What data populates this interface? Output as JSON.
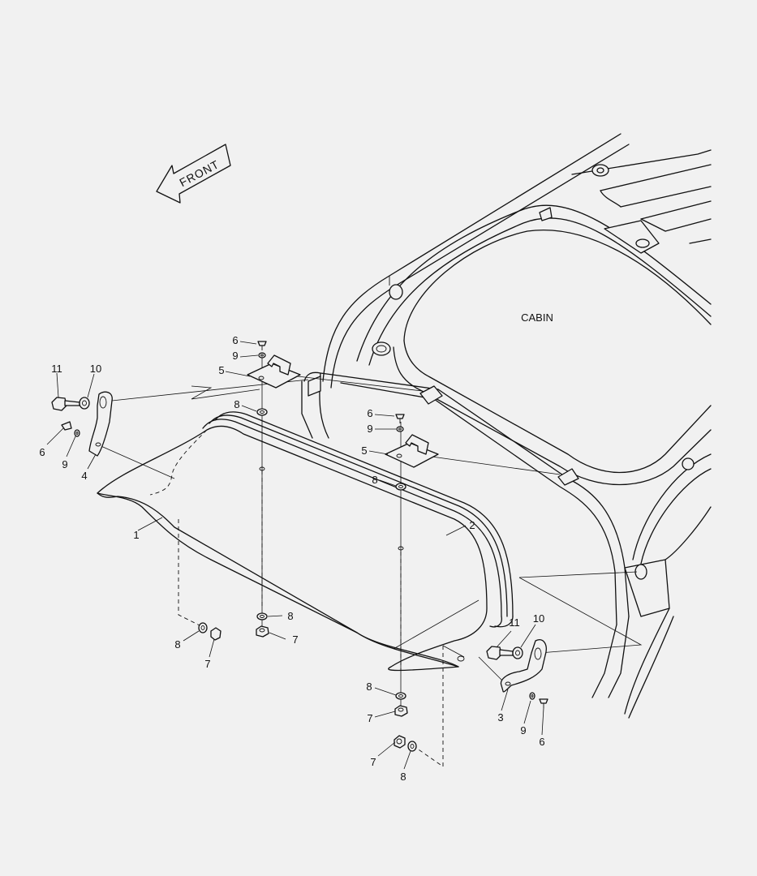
{
  "diagram": {
    "labels": {
      "front": "FRONT",
      "cabin": "CABIN"
    },
    "callouts": [
      {
        "id": "c1",
        "text": "1"
      },
      {
        "id": "c2",
        "text": "2"
      },
      {
        "id": "c3",
        "text": "3"
      },
      {
        "id": "c4",
        "text": "4"
      },
      {
        "id": "c5a",
        "text": "5"
      },
      {
        "id": "c5b",
        "text": "5"
      },
      {
        "id": "c6a",
        "text": "6"
      },
      {
        "id": "c6b",
        "text": "6"
      },
      {
        "id": "c6c",
        "text": "6"
      },
      {
        "id": "c6d",
        "text": "6"
      },
      {
        "id": "c7a",
        "text": "7"
      },
      {
        "id": "c7b",
        "text": "7"
      },
      {
        "id": "c7c",
        "text": "7"
      },
      {
        "id": "c7d",
        "text": "7"
      },
      {
        "id": "c8a",
        "text": "8"
      },
      {
        "id": "c8b",
        "text": "8"
      },
      {
        "id": "c8c",
        "text": "8"
      },
      {
        "id": "c8d",
        "text": "8"
      },
      {
        "id": "c8e",
        "text": "8"
      },
      {
        "id": "c8f",
        "text": "8"
      },
      {
        "id": "c9a",
        "text": "9"
      },
      {
        "id": "c9b",
        "text": "9"
      },
      {
        "id": "c9c",
        "text": "9"
      },
      {
        "id": "c9d",
        "text": "9"
      },
      {
        "id": "c10a",
        "text": "10"
      },
      {
        "id": "c10b",
        "text": "10"
      },
      {
        "id": "c11a",
        "text": "11"
      },
      {
        "id": "c11b",
        "text": "11"
      }
    ]
  }
}
